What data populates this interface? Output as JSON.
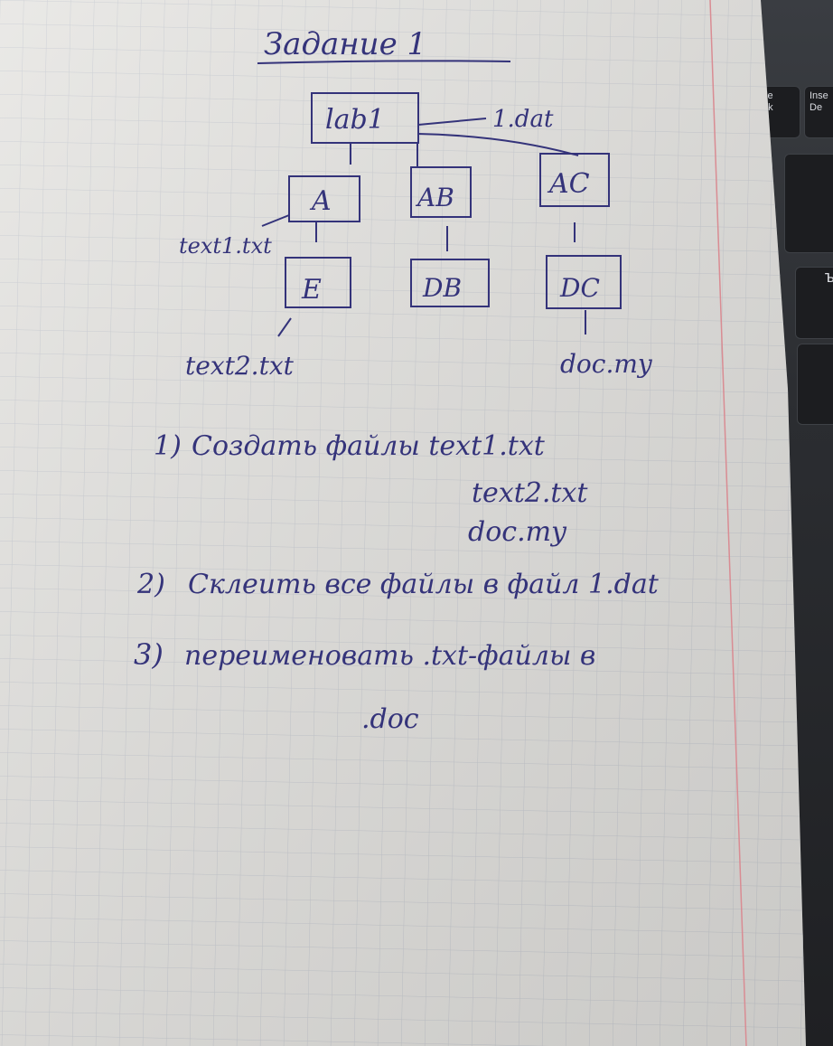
{
  "keyboard": {
    "key_1_line1": "se",
    "key_1_line2": "ak",
    "key_2_line1": "Inse",
    "key_2_line2": "De",
    "key_3": "ъ"
  },
  "note": {
    "title": "Задание 1",
    "tree": {
      "root": "lab1",
      "root_file": "1.dat",
      "level1": [
        "A",
        "AB",
        "AC"
      ],
      "level2": [
        "E",
        "DB",
        "DC"
      ],
      "file_under_A": "text1.txt",
      "file_under_E": "text2.txt",
      "file_under_DC": "doc.my"
    },
    "tasks": {
      "t1_num": "1)",
      "t1_text": "Создать файлы text1.txt",
      "t1_line2": "text2.txt",
      "t1_line3": "doc.my",
      "t2_num": "2)",
      "t2_text": "Склеить все файлы в файл 1.dat",
      "t3_num": "3)",
      "t3_text": "переименовать .txt-файлы в",
      "t3_line2": ".doc"
    }
  },
  "colors": {
    "ink": "#34337a",
    "paper": "#e6e5e2",
    "grid": "#c9ccd2",
    "margin_line": "#d98c93"
  }
}
